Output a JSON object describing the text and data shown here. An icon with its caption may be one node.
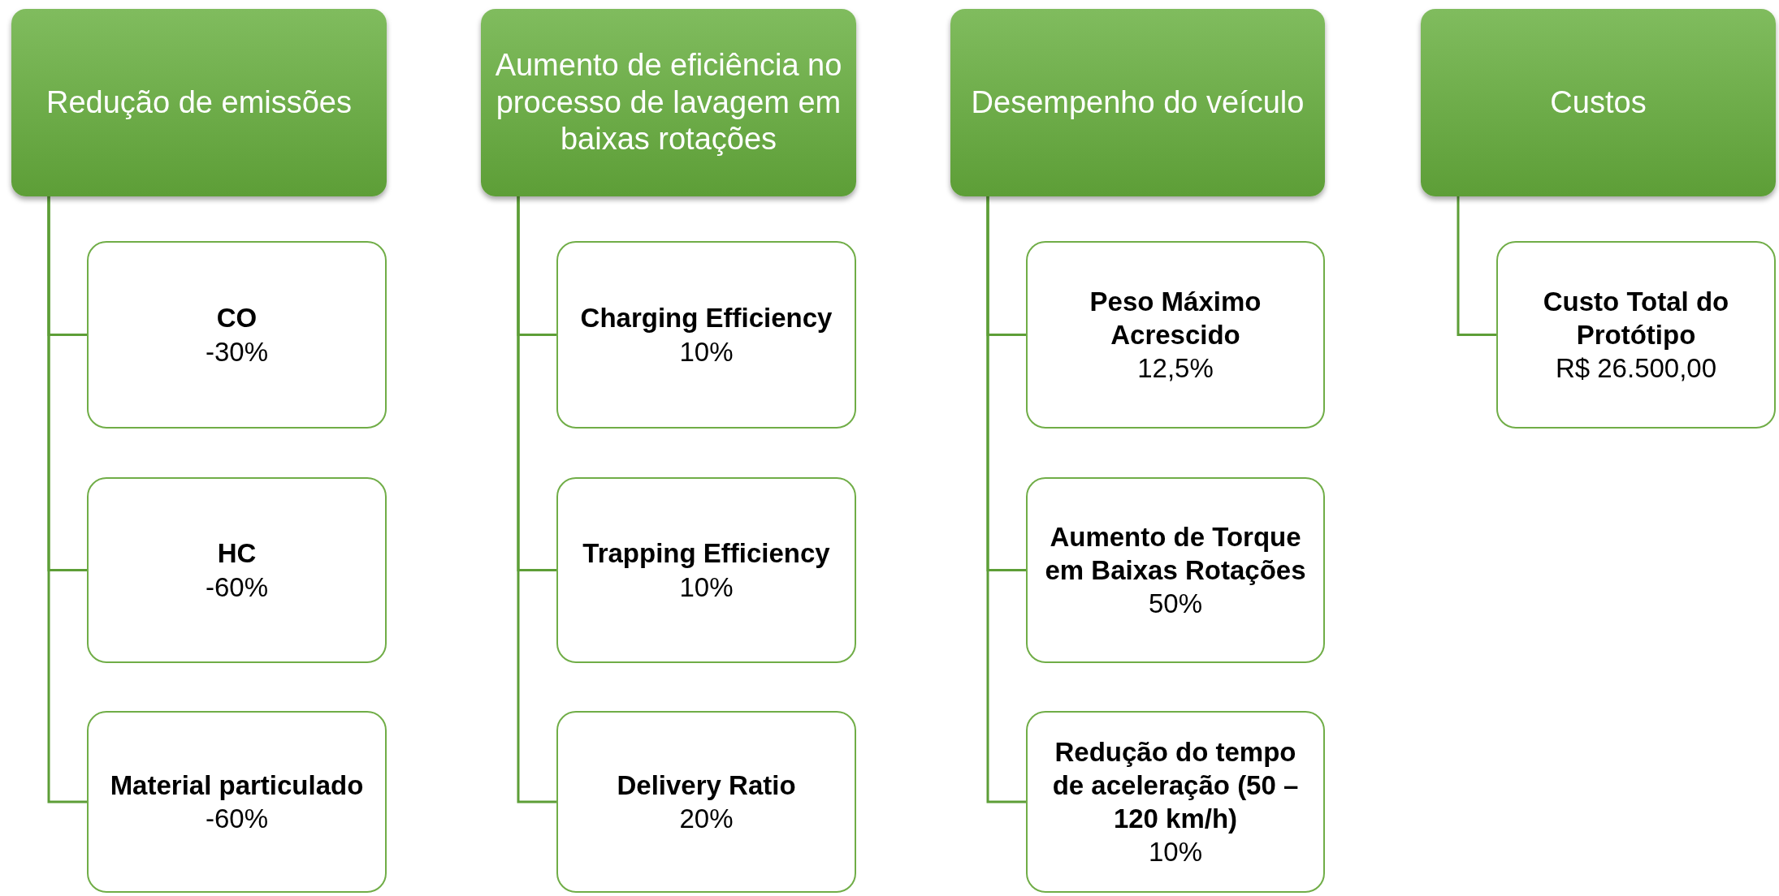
{
  "diagram": {
    "nodes": [
      {
        "text": [
          "Redução de emissões"
        ]
      },
      {
        "text": [
          "CO",
          "-30%"
        ]
      },
      {
        "text": [
          "HC",
          "-60%"
        ]
      },
      {
        "text": [
          "Material particulado",
          "-60%"
        ]
      },
      {
        "text": [
          "Aumento de eficiência no processo de lavagem em baixas rotações"
        ]
      },
      {
        "text": [
          "Charging Efficiency",
          "10%"
        ]
      },
      {
        "text": [
          "Trapping Efficiency",
          "10%"
        ]
      },
      {
        "text": [
          "Delivery Ratio",
          "20%"
        ]
      },
      {
        "text": [
          "Desempenho do veículo"
        ]
      },
      {
        "text": [
          "Peso Máximo Acrescido",
          "12,5%"
        ]
      },
      {
        "text": [
          "Aumento de Torque em Baixas Rotações",
          "50%"
        ]
      },
      {
        "text": [
          "Redução do tempo de aceleração (50 – 120 km/h)",
          "10%"
        ]
      },
      {
        "text": [
          "Custos"
        ]
      },
      {
        "text": [
          "Custo Total do Protótipo",
          "R$ 26.500,00"
        ]
      }
    ],
    "edges": [
      {
        "from": 0,
        "to": 1,
        "arrow": "none"
      },
      {
        "from": 0,
        "to": 2,
        "arrow": "none"
      },
      {
        "from": 0,
        "to": 3,
        "arrow": "none"
      },
      {
        "from": 4,
        "to": 5,
        "arrow": "none"
      },
      {
        "from": 4,
        "to": 6,
        "arrow": "none"
      },
      {
        "from": 4,
        "to": 7,
        "arrow": "none"
      },
      {
        "from": 8,
        "to": 9,
        "arrow": "none"
      },
      {
        "from": 8,
        "to": 10,
        "arrow": "none"
      },
      {
        "from": 8,
        "to": 11,
        "arrow": "none"
      },
      {
        "from": 12,
        "to": 13,
        "arrow": "none"
      }
    ]
  }
}
